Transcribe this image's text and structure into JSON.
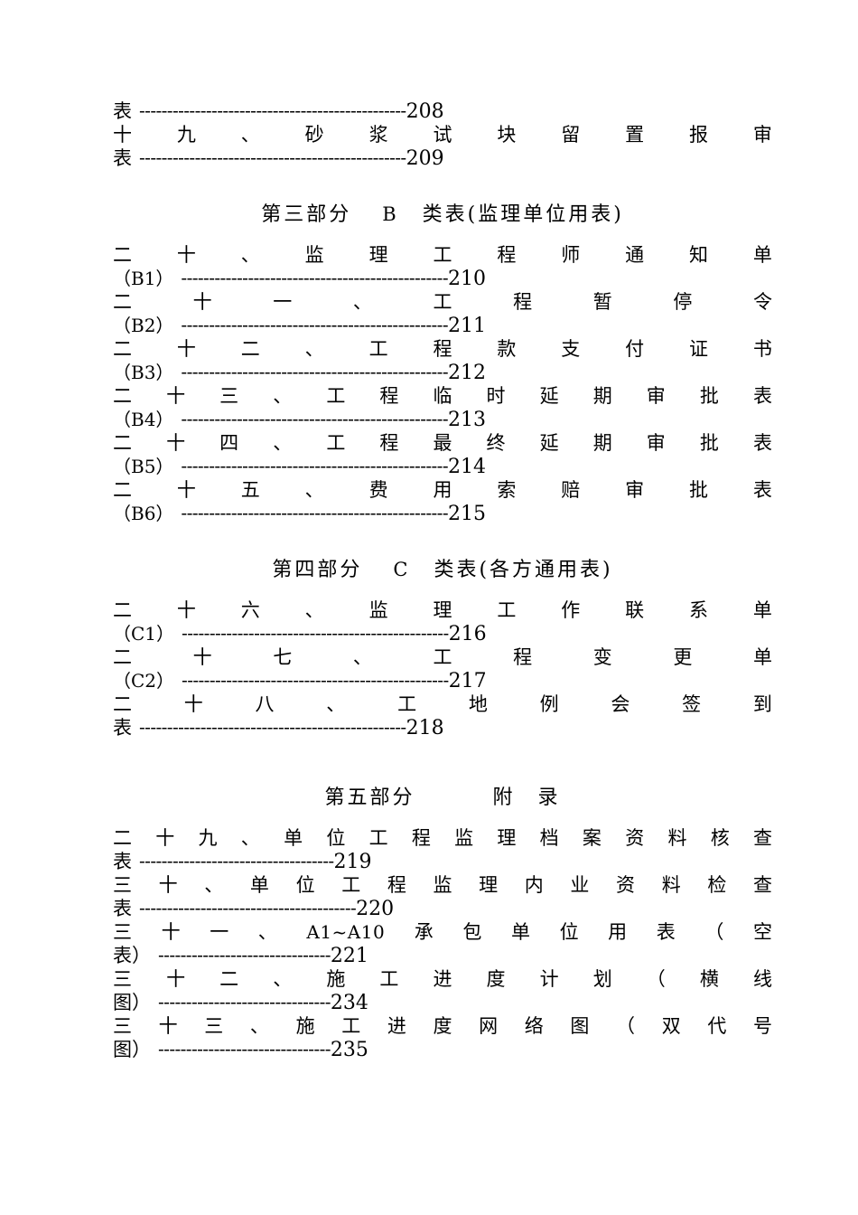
{
  "document": {
    "type": "table-of-contents",
    "language": "zh-CN"
  },
  "top_entries": [
    {
      "tail": "表",
      "dashes": "------------------------------------------------",
      "page": "208"
    }
  ],
  "entry_18": {
    "title_chars": [
      "十",
      "九",
      "、",
      "砂",
      "浆",
      "试",
      "块",
      "留",
      "置",
      "报",
      "审"
    ],
    "tail": "表",
    "dashes": "------------------------------------------------",
    "page": "209"
  },
  "part3": {
    "heading_left": "第三部分",
    "heading_latin": "B",
    "heading_right": "类表(监理单位用表)",
    "entries": [
      {
        "title_chars": [
          "二",
          "十",
          "、",
          "监",
          "理",
          "工",
          "程",
          "师",
          "通",
          "知",
          "单"
        ],
        "code": "（B1）",
        "dashes": "------------------------------------------------",
        "page": "210"
      },
      {
        "title_chars": [
          "二",
          "十",
          "一",
          "、",
          "工",
          "程",
          "暂",
          "停",
          "令"
        ],
        "code": "（B2）",
        "dashes": "------------------------------------------------",
        "page": "211"
      },
      {
        "title_chars": [
          "二",
          "十",
          "二",
          "、",
          "工",
          "程",
          "款",
          "支",
          "付",
          "证",
          "书"
        ],
        "code": "（B3）",
        "dashes": "------------------------------------------------",
        "page": "212"
      },
      {
        "title_chars": [
          "二",
          "十",
          "三",
          "、",
          "工",
          "程",
          "临",
          "时",
          "延",
          "期",
          "审",
          "批",
          "表"
        ],
        "code": "（B4）",
        "dashes": "------------------------------------------------",
        "page": "213"
      },
      {
        "title_chars": [
          "二",
          "十",
          "四",
          "、",
          "工",
          "程",
          "最",
          "终",
          "延",
          "期",
          "审",
          "批",
          "表"
        ],
        "code": "（B5）",
        "dashes": "------------------------------------------------",
        "page": "214"
      },
      {
        "title_chars": [
          "二",
          "十",
          "五",
          "、",
          "费",
          "用",
          "索",
          "赔",
          "审",
          "批",
          "表"
        ],
        "code": "（B6）",
        "dashes": "------------------------------------------------",
        "page": "215"
      }
    ]
  },
  "part4": {
    "heading_left": "第四部分",
    "heading_latin": "C",
    "heading_right": "类表(各方通用表)",
    "entries": [
      {
        "title_chars": [
          "二",
          "十",
          "六",
          "、",
          "监",
          "理",
          "工",
          "作",
          "联",
          "系",
          "单"
        ],
        "code": "（C1）",
        "dashes": "------------------------------------------------",
        "page": "216"
      },
      {
        "title_chars": [
          "二",
          "十",
          "七",
          "、",
          "工",
          "程",
          "变",
          "更",
          "单"
        ],
        "code": "（C2）",
        "dashes": "------------------------------------------------",
        "page": "217"
      },
      {
        "title_chars": [
          "二",
          "十",
          "八",
          "、",
          "工",
          "地",
          "例",
          "会",
          "签",
          "到"
        ],
        "tail": "表",
        "dashes": "------------------------------------------------",
        "page": "218"
      }
    ]
  },
  "part5": {
    "heading_left": "第五部分",
    "heading_right": "附　录",
    "entries": [
      {
        "title_chars": [
          "二",
          "十",
          "九",
          "、",
          "单",
          "位",
          "工",
          "程",
          "监",
          "理",
          "档",
          "案",
          "资",
          "料",
          "核",
          "查"
        ],
        "tail": "表",
        "dashes": "-----------------------------------",
        "page": "219"
      },
      {
        "title_chars": [
          "三",
          "十",
          "、",
          "单",
          "位",
          "工",
          "程",
          "监",
          "理",
          "内",
          "业",
          "资",
          "料",
          "检",
          "查"
        ],
        "tail": "表",
        "dashes": "---------------------------------------",
        "page": "220"
      },
      {
        "title_chars_pre": [
          "三",
          "十",
          "一",
          "、"
        ],
        "title_latin": "A1~A10",
        "title_chars_post": [
          "承",
          "包",
          "单",
          "位",
          "用",
          "表",
          "（",
          "空"
        ],
        "tail": "表）",
        "dashes": "-------------------------------",
        "page": "221"
      },
      {
        "title_chars": [
          "三",
          "十",
          "二",
          "、",
          "施",
          "工",
          "进",
          "度",
          "计",
          "划",
          "（",
          "横",
          "线"
        ],
        "tail": "图）",
        "dashes": "-------------------------------",
        "page": "234"
      },
      {
        "title_chars": [
          "三",
          "十",
          "三",
          "、",
          "施",
          "工",
          "进",
          "度",
          "网",
          "络",
          "图",
          "（",
          "双",
          "代",
          "号"
        ],
        "tail": "图）",
        "dashes": "-------------------------------",
        "page": "235"
      }
    ]
  }
}
